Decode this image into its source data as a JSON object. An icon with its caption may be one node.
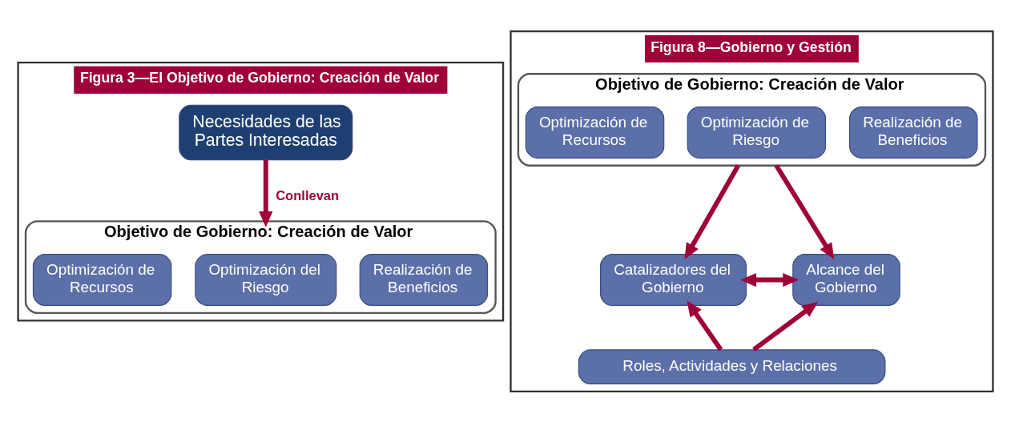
{
  "diagram": {
    "nodes": [
      {
        "text": [
          "Figura 3—El Objetivo de Gobierno: Creación de Valor"
        ]
      },
      {
        "text": [
          "Necesidades de las Partes Interesadas"
        ],
        "in": 0
      },
      {
        "text": [
          "Objetivo de Gobierno: Creación de Valor"
        ],
        "in": 0
      },
      {
        "text": [
          "Realización de Beneficios"
        ],
        "in": 2
      },
      {
        "text": [
          "Optimización del Riesgo"
        ],
        "in": 2
      },
      {
        "text": [
          "Optimización de Recursos"
        ],
        "in": 2
      },
      {
        "text": [
          "Figura 8—Gobierno y Gestión"
        ]
      },
      {
        "text": [
          "Objetivo de Gobierno: Creación de Valor"
        ],
        "in": 6
      },
      {
        "text": [
          "Realización de Beneficios"
        ],
        "in": 7
      },
      {
        "text": [
          "Optimización de Riesgo"
        ],
        "in": 7
      },
      {
        "text": [
          "Optimización de Recursos"
        ],
        "in": 7
      },
      {
        "text": [
          "Catalizadores del Gobierno"
        ],
        "in": 6
      },
      {
        "text": [
          "Alcance del Gobierno"
        ],
        "in": 6
      },
      {
        "text": [
          "Roles, Actividades y Relaciones"
        ],
        "in": 6
      }
    ],
    "edges": [
      {
        "from": 1,
        "to": 2,
        "arrow": "to",
        "label": "Conllevan"
      },
      {
        "from": 7,
        "to": 11,
        "arrow": "to"
      },
      {
        "from": 7,
        "to": 12,
        "arrow": "to"
      },
      {
        "from": 11,
        "to": 12,
        "arrow": "both"
      },
      {
        "from": 13,
        "to": 11,
        "arrow": "to"
      },
      {
        "from": 13,
        "to": 12,
        "arrow": "to"
      }
    ]
  }
}
